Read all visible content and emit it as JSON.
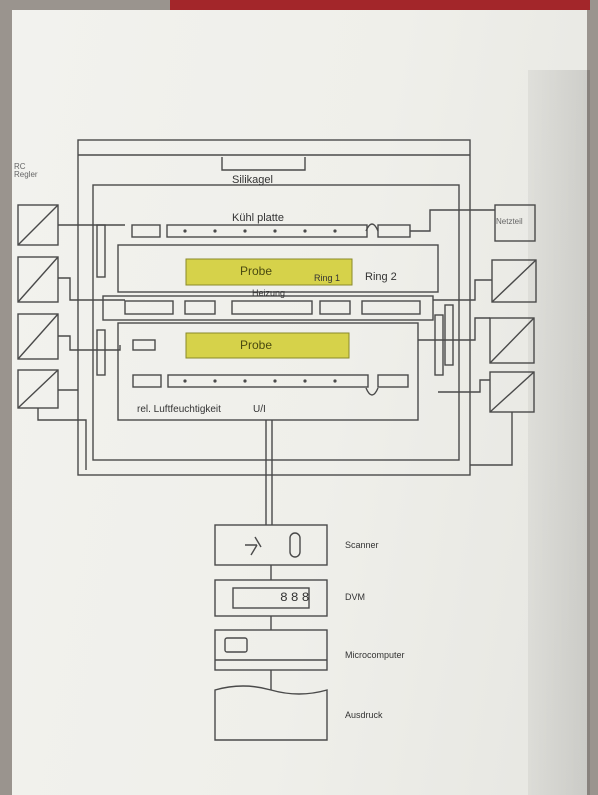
{
  "diagram": {
    "silikagel": "Silikagel",
    "kuehlplatte": "Kühl platte",
    "probe_1": "Probe",
    "ring_1": "Ring 1",
    "ring_2": "Ring 2",
    "heizung": "Heizung",
    "probe_2": "Probe",
    "luftfeuchtigkeit": "rel. Luftfeuchtigkeit",
    "ui": "U/I",
    "left_top_label": "RC Regler",
    "right_top_label": "Netzteil",
    "scanner": "Scanner",
    "dvm": "DVM",
    "dvm_display": "888",
    "microcomputer": "Microcomputer",
    "ausdruck": "Ausdruck"
  },
  "colors": {
    "paper": "#f0f0ec",
    "line": "#4a4a4a",
    "probe_fill": "#d6d24a",
    "frame": "#a3262a"
  }
}
